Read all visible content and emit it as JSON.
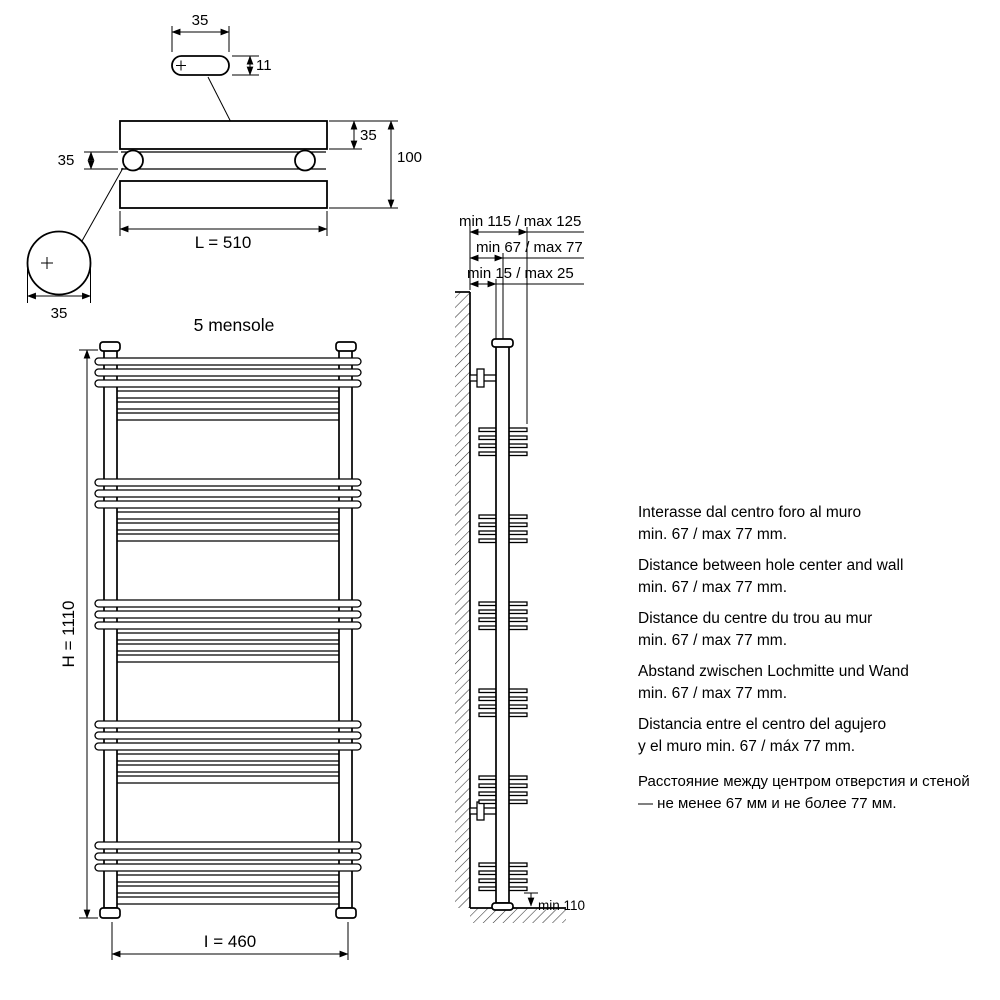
{
  "drawing": {
    "title": "5 mensole",
    "detail_top": {
      "slot_width": "35",
      "slot_height": "11",
      "tube_diameter_left": "35",
      "bar_height_right": "35",
      "assembly_height": "100",
      "length": "L = 510",
      "cap_diameter": "35"
    },
    "front_view": {
      "height": "H = 1110",
      "width": "I = 460"
    },
    "side_view": {
      "wall_to_front": "min 115 / max 125",
      "wall_to_hole_center": "min 67 / max 77",
      "wall_to_back": "min 15 / max 25",
      "floor_clearance": "min 110"
    }
  },
  "notes": [
    {
      "line1": "Interasse dal centro foro al muro",
      "line2": "min. 67 / max 77 mm."
    },
    {
      "line1": "Distance between hole center and wall",
      "line2": "min. 67 / max 77 mm."
    },
    {
      "line1": "Distance du centre du trou au mur",
      "line2": "min. 67 / max 77 mm."
    },
    {
      "line1": "Abstand zwischen Lochmitte und Wand",
      "line2": "min. 67 / max 77 mm."
    },
    {
      "line1": "Distancia entre el centro del agujero",
      "line2": "y el muro min. 67 / máx 77 mm."
    },
    {
      "line1": "Расстояние между центром отверстия и стеной",
      "line2": "— не менее 67 мм и не более 77 мм."
    }
  ]
}
